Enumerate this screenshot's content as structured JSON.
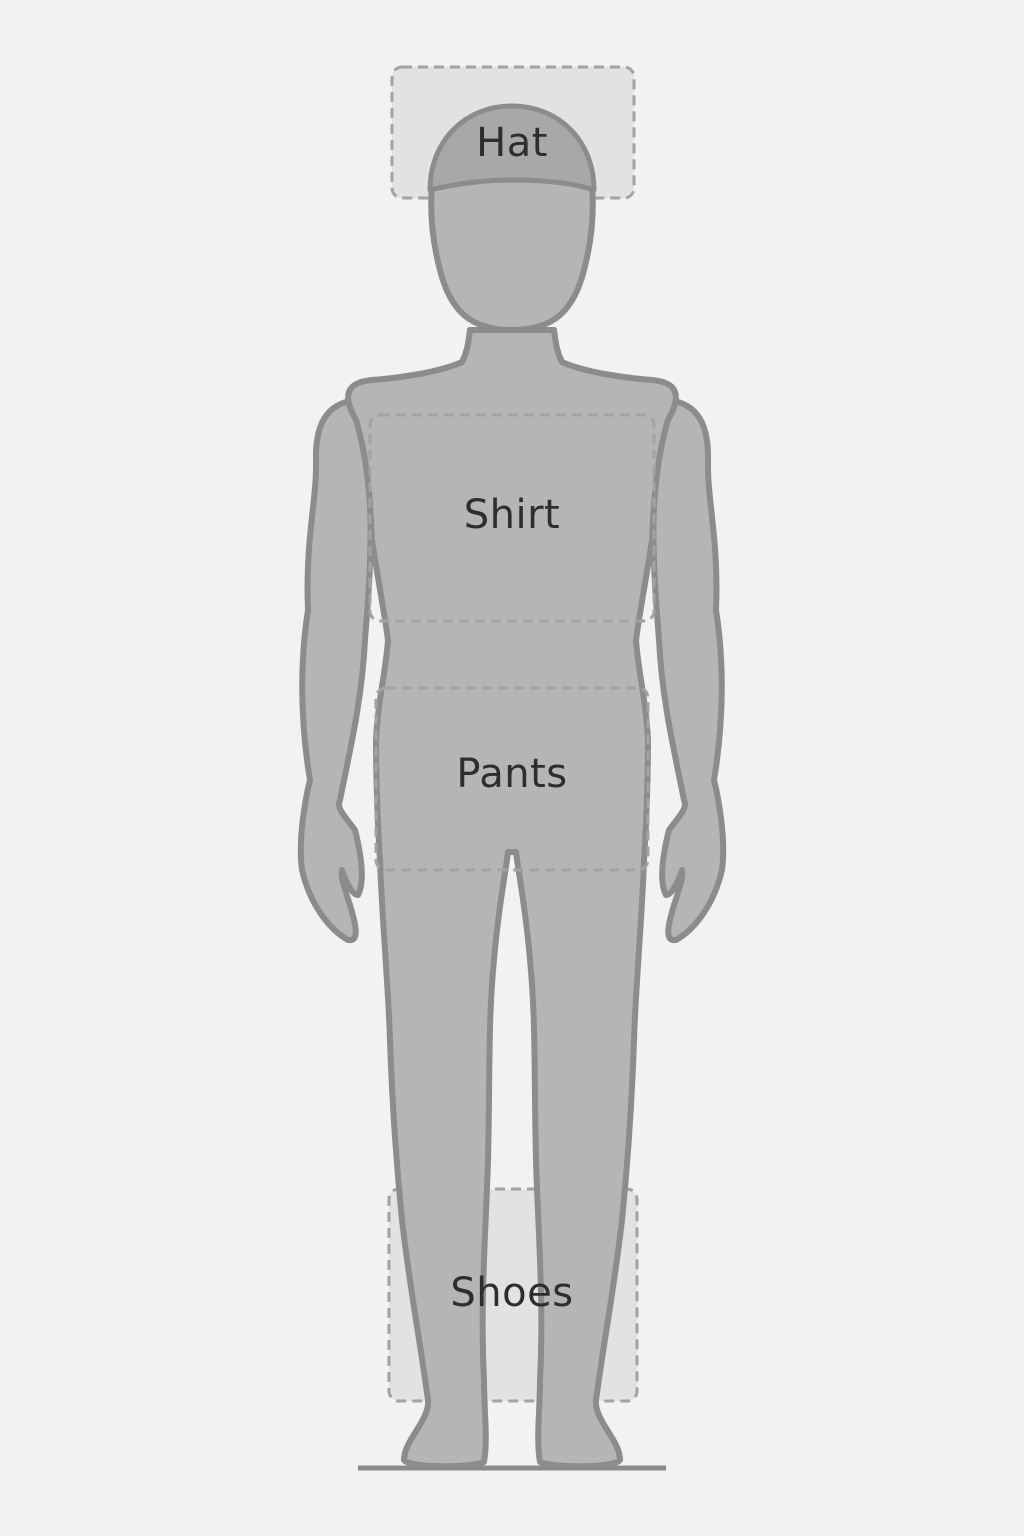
{
  "figure": {
    "zones": [
      {
        "id": "hat",
        "label": "Hat"
      },
      {
        "id": "shirt",
        "label": "Shirt"
      },
      {
        "id": "pants",
        "label": "Pants"
      },
      {
        "id": "shoes",
        "label": "Shoes"
      }
    ]
  },
  "colors": {
    "background": "#f2f2f2",
    "body_fill": "#b4b5b6",
    "body_outline": "#8c8c8c",
    "zone_dash": "#a3a3a3",
    "label_text": "#2e2e2e"
  }
}
